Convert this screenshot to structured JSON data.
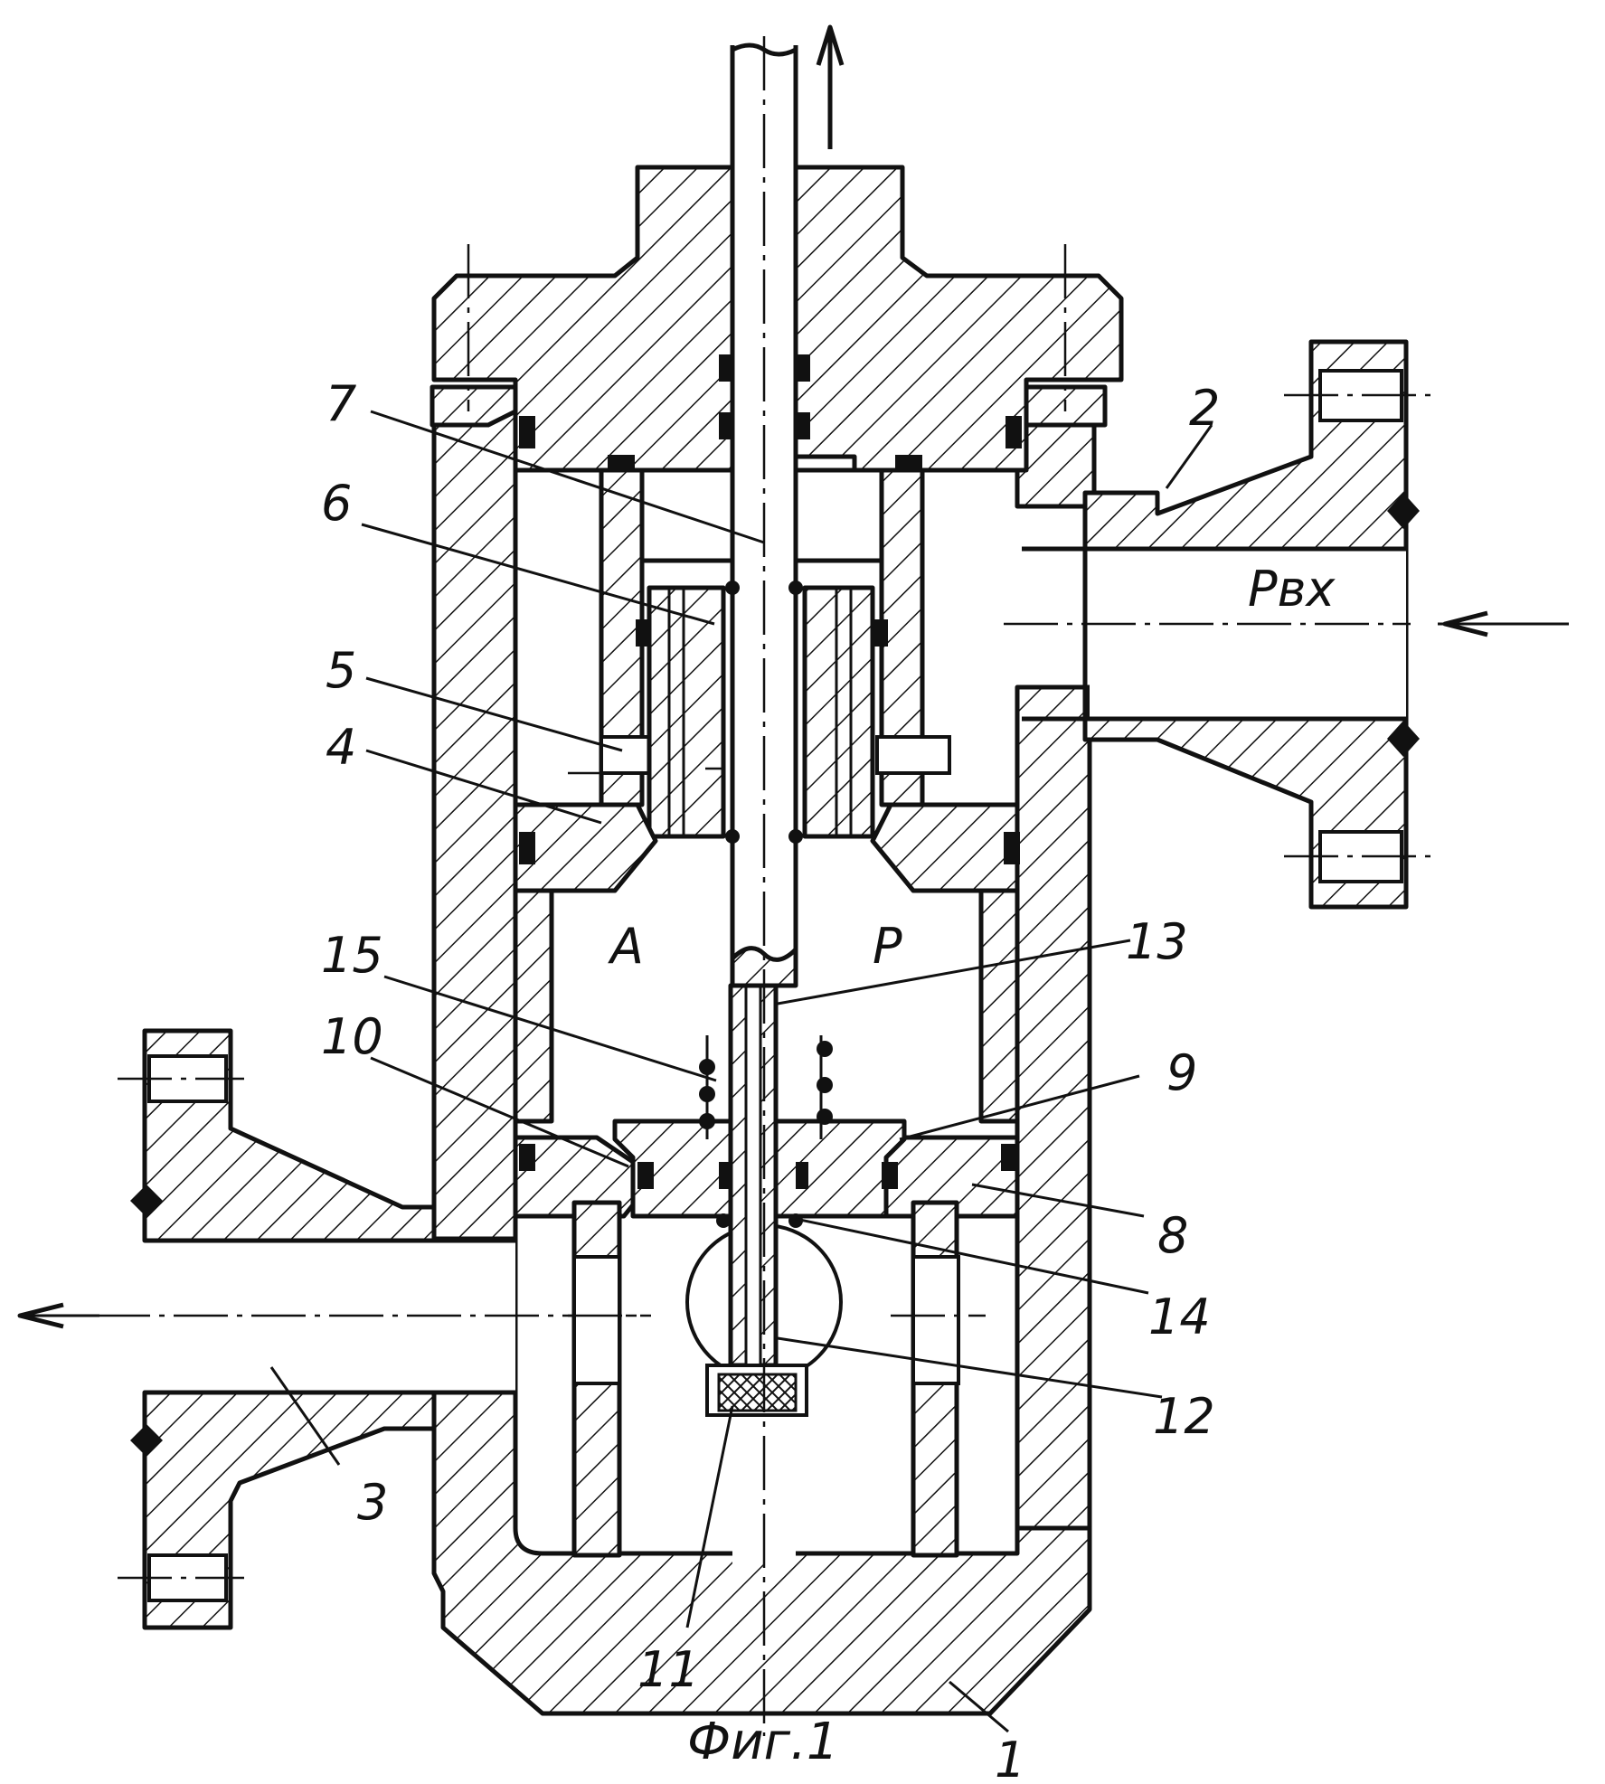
{
  "figure": {
    "caption": "Фиг.1"
  },
  "labels": {
    "l1": "1",
    "l2": "2",
    "l3": "3",
    "l4": "4",
    "l5": "5",
    "l6": "6",
    "l7": "7",
    "l8": "8",
    "l9": "9",
    "l10": "10",
    "l11": "11",
    "l12": "12",
    "l13": "13",
    "l14": "14",
    "l15": "15"
  },
  "annotations": {
    "inlet_pressure": "Pвх",
    "chamber_a": "A",
    "chamber_p": "P"
  }
}
